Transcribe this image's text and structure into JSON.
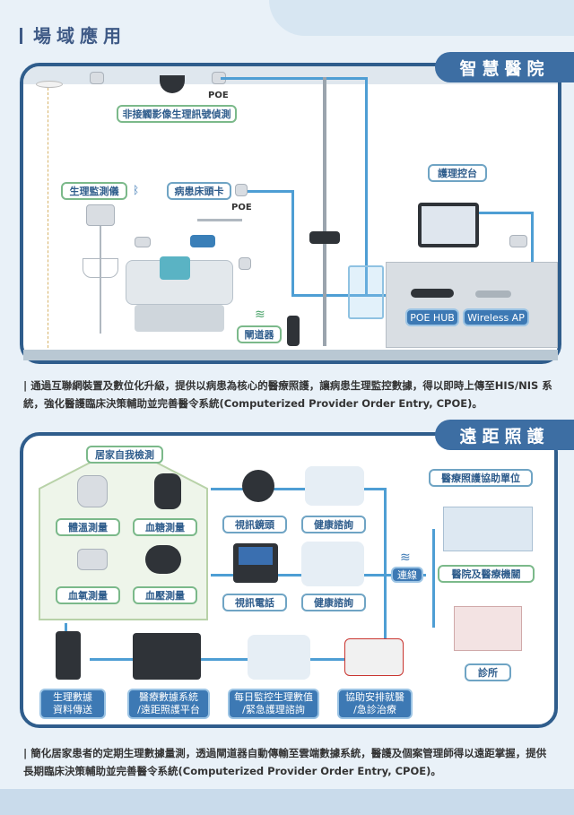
{
  "header": {
    "title": "場域應用"
  },
  "hospital": {
    "ribbon": "智慧醫院",
    "labels": {
      "poe_top": "POE",
      "contactless": "非接觸影像生理訊號偵測",
      "vital_monitor": "生理監測儀",
      "bedside_card": "病患床頭卡",
      "poe_mid": "POE",
      "nurse_station": "護理控台",
      "gateway": "閘道器",
      "poe_hub": "POE HUB",
      "wireless_ap": "Wireless AP"
    },
    "description": "| 通過互聯網裝置及數位化升級，提供以病患為核心的醫療照護，讓病患生理監控數據，得以即時上傳至HIS/NIS 系統，強化醫護臨床決策輔助並完善醫令系統(Computerized Provider Order Entry, CPOE)。"
  },
  "remote": {
    "ribbon": "遠距照護",
    "home_title": "居家自我檢測",
    "home_items": [
      "體溫測量",
      "血糖測量",
      "血氧測量",
      "血壓測量"
    ],
    "video_camera": "視訊鏡頭",
    "health_consult_1": "健康諮詢",
    "video_phone": "視訊電話",
    "health_consult_2": "健康諮詢",
    "connect": "連線",
    "medical_unit": "醫療照護協助單位",
    "hospital_org": "醫院及醫療機關",
    "clinic": "診所",
    "bottom": [
      "生理數據\n資料傳送",
      "醫療數據系統\n/遠距照護平台",
      "每日監控生理數值\n/緊急護理諮詢",
      "協助安排就醫\n/急診治療"
    ],
    "description": "| 簡化居家患者的定期生理數據量測，透過閘道器自動傳輸至雲端數據系統，醫護及個案管理師得以遠距掌握，提供長期臨床決策輔助並完善醫令系統(Computerized Provider Order Entry, CPOE)。"
  }
}
